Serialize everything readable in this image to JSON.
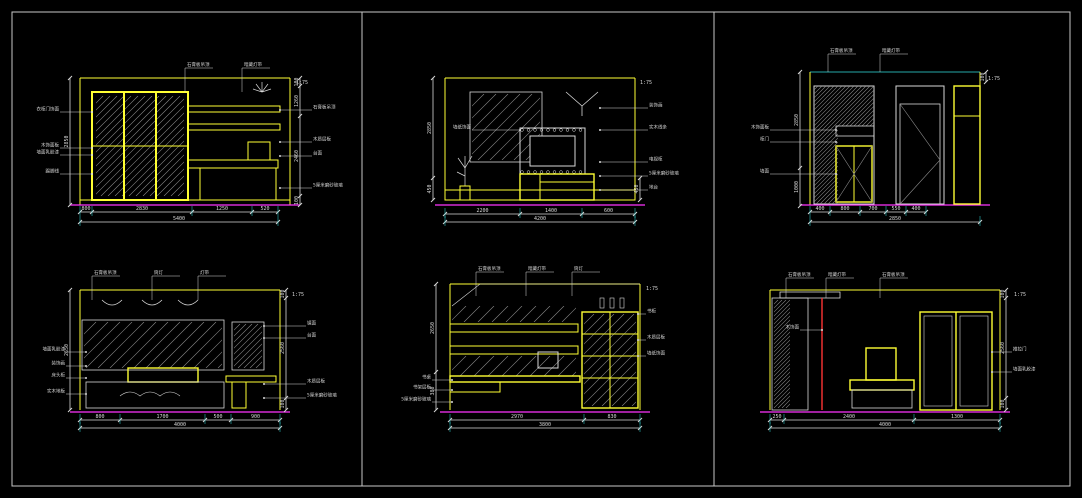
{
  "drawing": {
    "colors": {
      "background": "#000000",
      "frame": "#c8c8c8",
      "wall_outline": "#ffff33",
      "dimension": "#d8d8d8",
      "extension": "#33e0e0",
      "hatch": "#8a8a8a",
      "floor_line": "#ff33ff",
      "red_line": "#ff3333",
      "leader": "#d8d8d8"
    },
    "panels": [
      {
        "name": "elevation-top-left",
        "scale_tag": "1:75",
        "dims_bottom": [
          "800",
          "2830",
          "1250",
          "520"
        ],
        "dim_total": "5400",
        "dims_left": [
          "2850"
        ],
        "dims_right": [
          "100",
          "1260",
          "2460",
          "100"
        ],
        "labels_left": [
          "衣柜门饰面",
          "木饰面板",
          "墙面乳胶漆",
          "踢脚线"
        ],
        "labels_right": [
          "石膏板吊顶",
          "木质层板",
          "台面",
          "5厘米磨砂玻璃"
        ],
        "labels_top": [
          "石膏板吊顶",
          "暗藏灯带"
        ]
      },
      {
        "name": "elevation-top-middle",
        "scale_tag": "1:75",
        "dims_bottom": [
          "2200",
          "1400",
          "600"
        ],
        "dim_total": "4200",
        "dims_left": [
          "2850",
          "450"
        ],
        "dims_right": [
          "450"
        ],
        "labels_left": [
          "墙纸饰面"
        ],
        "labels_right": [
          "装饰画",
          "实木线条",
          "电视柜",
          "5厘米磨砂玻璃",
          "地台"
        ],
        "labels_top": []
      },
      {
        "name": "elevation-top-right",
        "scale_tag": "1:75",
        "dims_bottom": [
          "400",
          "800",
          "700",
          "550",
          "400"
        ],
        "dim_total": "2850",
        "dims_left": [
          "2850",
          "1000"
        ],
        "dims_right": [
          "100"
        ],
        "labels_left": [
          "木饰面板",
          "柜门",
          "墙面"
        ],
        "labels_right": [],
        "labels_top": [
          "石膏板吊顶",
          "暗藏灯带"
        ]
      },
      {
        "name": "elevation-bottom-left",
        "scale_tag": "1:75",
        "dims_bottom": [
          "800",
          "1700",
          "500",
          "900"
        ],
        "dim_total": "4000",
        "dims_left": [
          "2650"
        ],
        "dims_right": [
          "100",
          "2560",
          "100"
        ],
        "labels_left": [
          "墙面乳胶漆",
          "装饰画",
          "床头柜",
          "实木地板"
        ],
        "labels_right": [
          "镜面",
          "台面",
          "木质层板",
          "5厘米磨砂玻璃"
        ],
        "labels_top": [
          "石膏板吊顶",
          "筒灯",
          "灯带"
        ]
      },
      {
        "name": "elevation-bottom-middle",
        "scale_tag": "1:75",
        "dims_bottom": [
          "2970",
          "830"
        ],
        "dim_total": "3800",
        "dims_left": [
          "2650",
          "380"
        ],
        "dims_right": [],
        "labels_left": [
          "书桌",
          "书架层板",
          "5厘米磨砂玻璃"
        ],
        "labels_right": [
          "书柜",
          "木质层板",
          "墙纸饰面"
        ],
        "labels_top": [
          "石膏板吊顶",
          "暗藏灯带",
          "筒灯"
        ]
      },
      {
        "name": "elevation-bottom-right",
        "scale_tag": "1:75",
        "dims_bottom": [
          "250",
          "2400",
          "1300"
        ],
        "dim_total": "4000",
        "dims_left": [],
        "dims_right": [
          "100",
          "2560",
          "100"
        ],
        "labels_left": [
          "木饰面"
        ],
        "labels_right": [
          "推拉门",
          "墙面乳胶漆"
        ],
        "labels_top": [
          "石膏板吊顶",
          "暗藏灯带",
          "石膏板吊顶"
        ]
      }
    ]
  }
}
